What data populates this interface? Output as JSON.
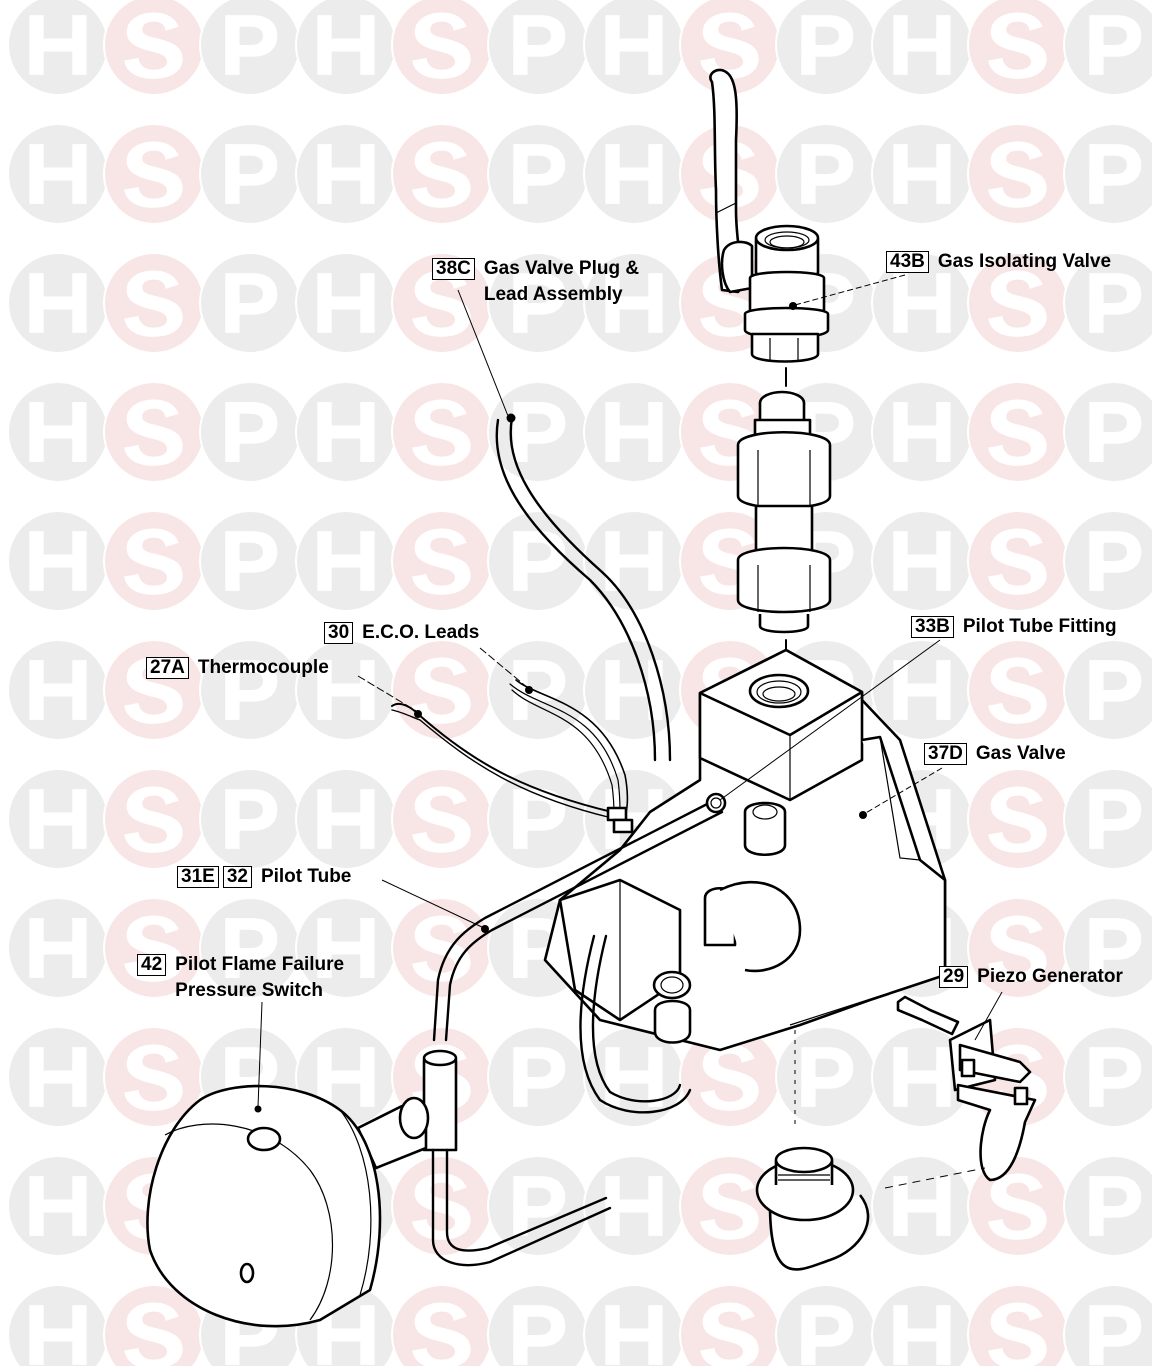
{
  "watermark": {
    "letters": [
      "H",
      "S",
      "P"
    ],
    "circle_color": "#ececec",
    "accent_circle_color": "#f8e6e6",
    "letter_color": "#ffffff"
  },
  "diagram": {
    "line_color": "#000000",
    "parts": [
      {
        "ref": [
          "38C"
        ],
        "name_lines": [
          "Gas Valve Plug &",
          "Lead Assembly"
        ]
      },
      {
        "ref": [
          "43B"
        ],
        "name_lines": [
          "Gas Isolating Valve"
        ]
      },
      {
        "ref": [
          "30"
        ],
        "name_lines": [
          "E.C.O. Leads"
        ]
      },
      {
        "ref": [
          "27A"
        ],
        "name_lines": [
          "Thermocouple"
        ]
      },
      {
        "ref": [
          "33B"
        ],
        "name_lines": [
          "Pilot Tube Fitting"
        ]
      },
      {
        "ref": [
          "37D"
        ],
        "name_lines": [
          "Gas Valve"
        ]
      },
      {
        "ref": [
          "31E",
          "32"
        ],
        "name_lines": [
          "Pilot Tube"
        ]
      },
      {
        "ref": [
          "42"
        ],
        "name_lines": [
          "Pilot Flame Failure",
          "Pressure Switch"
        ]
      },
      {
        "ref": [
          "29"
        ],
        "name_lines": [
          "Piezo Generator"
        ]
      }
    ]
  }
}
